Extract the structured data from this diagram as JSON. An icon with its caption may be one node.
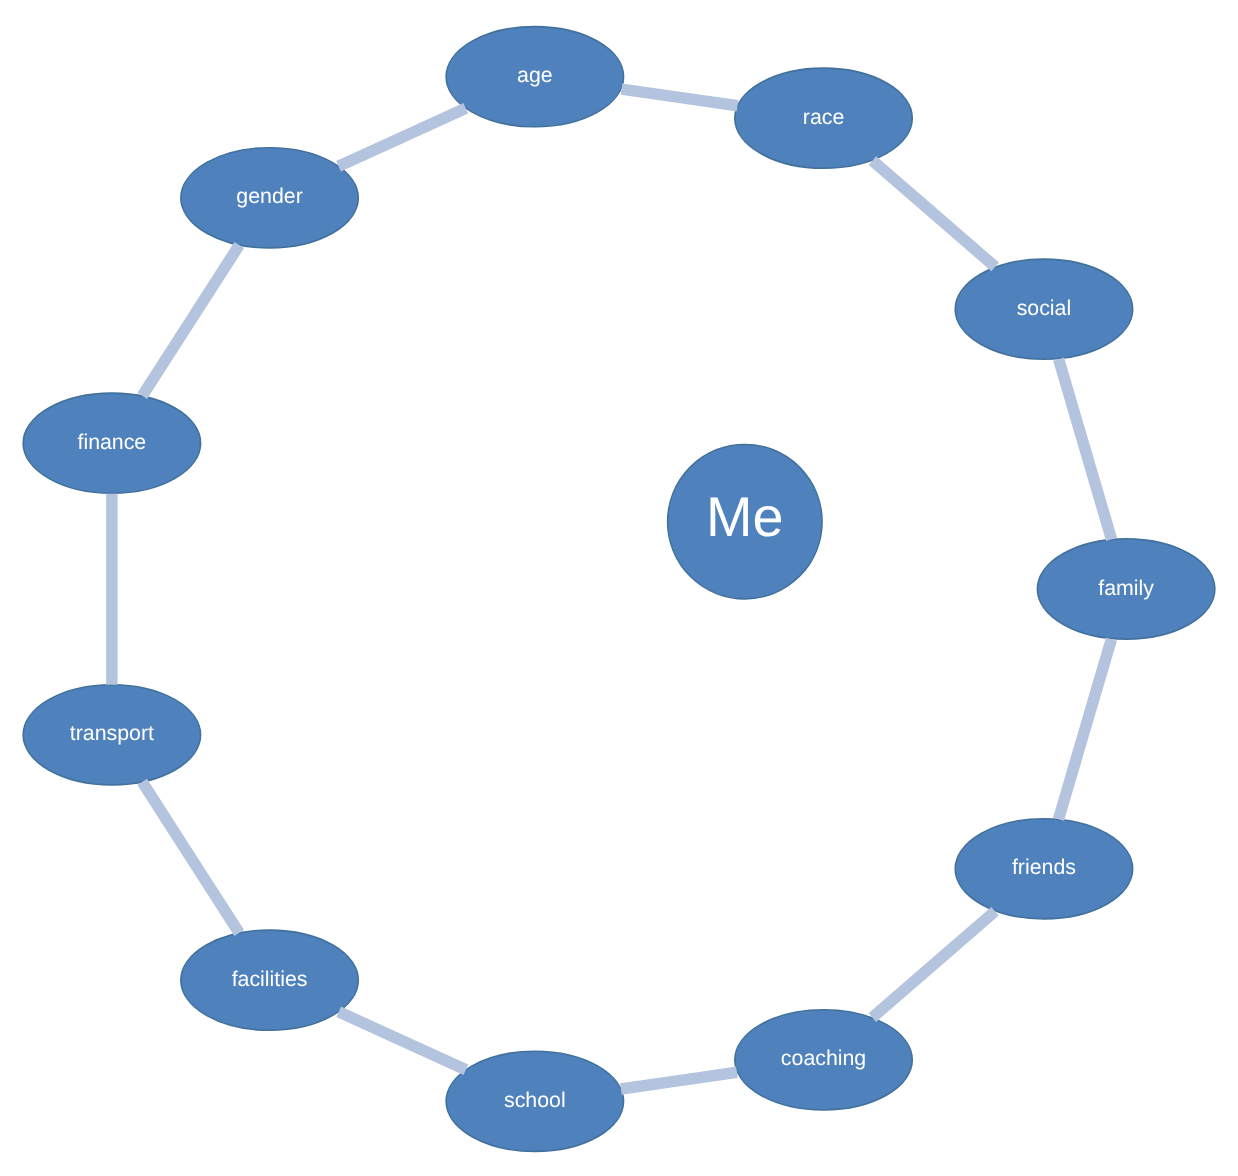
{
  "diagram": {
    "nodes": [
      {
        "text": [
          "friends"
        ]
      },
      {
        "text": [
          "coaching"
        ]
      },
      {
        "text": [
          "school"
        ]
      },
      {
        "text": [
          "facilities"
        ]
      },
      {
        "text": [
          "transport"
        ]
      },
      {
        "text": [
          "finance"
        ]
      },
      {
        "text": [
          "gender"
        ]
      },
      {
        "text": [
          "age"
        ]
      },
      {
        "text": [
          "race"
        ]
      },
      {
        "text": [
          "social"
        ]
      },
      {
        "text": [
          "family"
        ]
      },
      {
        "text": [
          "Me"
        ]
      }
    ],
    "edges": [
      {
        "from": 0,
        "to": 1,
        "arrow": "none"
      },
      {
        "from": 1,
        "to": 2,
        "arrow": "none"
      },
      {
        "from": 2,
        "to": 3,
        "arrow": "none"
      },
      {
        "from": 3,
        "to": 4,
        "arrow": "none"
      },
      {
        "from": 4,
        "to": 5,
        "arrow": "none"
      },
      {
        "from": 5,
        "to": 6,
        "arrow": "none"
      },
      {
        "from": 6,
        "to": 7,
        "arrow": "none"
      },
      {
        "from": 7,
        "to": 8,
        "arrow": "none"
      },
      {
        "from": 8,
        "to": 9,
        "arrow": "none"
      },
      {
        "from": 9,
        "to": 10,
        "arrow": "none"
      },
      {
        "from": 10,
        "to": 0,
        "arrow": "none"
      }
    ]
  }
}
